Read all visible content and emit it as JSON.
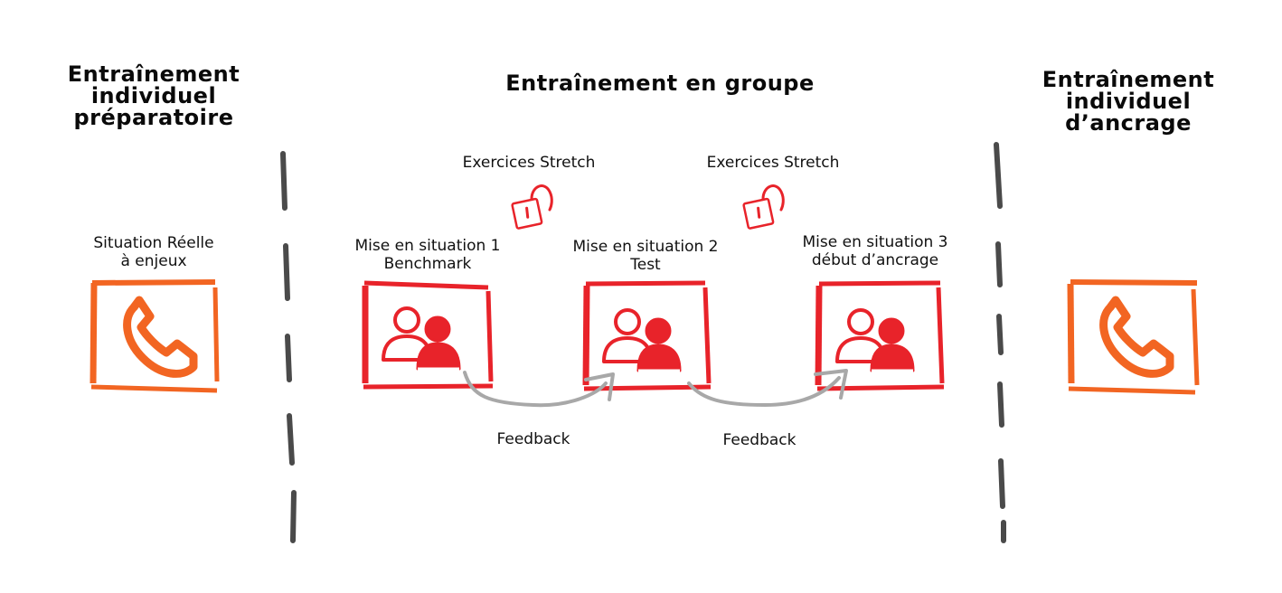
{
  "colors": {
    "orange": "#f26522",
    "red": "#e8232a",
    "divider": "#4a4a4a",
    "arrow": "#a8a8a8"
  },
  "sections": {
    "left_line1": "Entraînement individuel",
    "left_line2": "préparatoire",
    "center": "Entraînement en groupe",
    "right_line1": "Entraînement individuel",
    "right_line2": "d’ancrage"
  },
  "left_card": {
    "line1": "Situation Réelle",
    "line2": "à enjeux",
    "icon": "phone-icon"
  },
  "right_card": {
    "icon": "phone-icon"
  },
  "stretch": [
    {
      "label": "Exercices Stretch",
      "icon": "open-padlock-icon"
    },
    {
      "label": "Exercices Stretch",
      "icon": "open-padlock-icon"
    }
  ],
  "situations": [
    {
      "line1": "Mise en situation 1",
      "line2": "Benchmark",
      "icon": "people-icon"
    },
    {
      "line1": "Mise en situation 2",
      "line2": "Test",
      "icon": "people-icon"
    },
    {
      "line1": "Mise en situation 3",
      "line2": "début d’ancrage",
      "icon": "people-icon"
    }
  ],
  "feedback": [
    {
      "label": "Feedback"
    },
    {
      "label": "Feedback"
    }
  ]
}
